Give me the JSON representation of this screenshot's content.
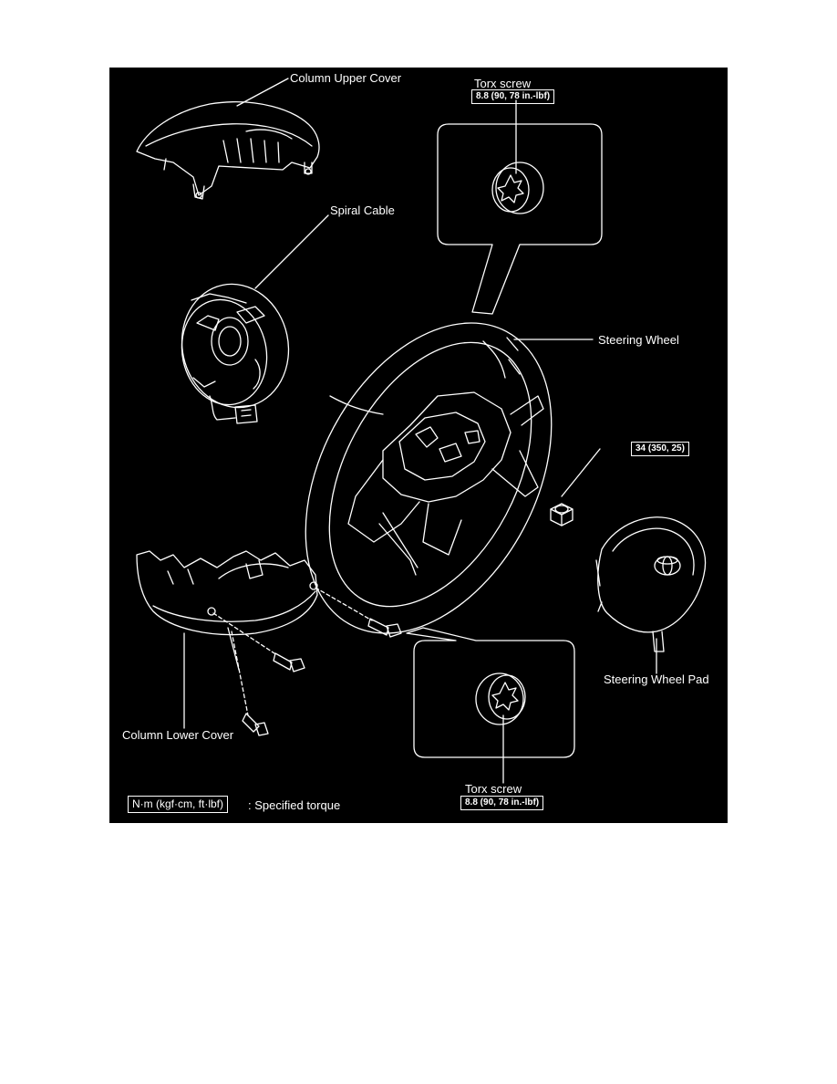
{
  "diagram": {
    "colors": {
      "background": "#000000",
      "lines": "#ffffff",
      "page": "#ffffff"
    },
    "labels": {
      "column_upper_cover": "Column Upper Cover",
      "spiral_cable": "Spiral Cable",
      "steering_wheel": "Steering Wheel",
      "steering_wheel_pad": "Steering Wheel Pad",
      "column_lower_cover": "Column Lower Cover",
      "torx_screw_top": "Torx screw",
      "torx_screw_bottom": "Torx screw"
    },
    "torques": {
      "torx_top": "8.8 (90, 78 in.-lbf)",
      "torx_bottom": "8.8 (90, 78 in.-lbf)",
      "nut": "34 (350, 25)"
    },
    "legend": {
      "units": "N·m (kgf·cm, ft·lbf)",
      "text": ": Specified torque"
    },
    "icons": [
      "torx-screw-icon",
      "nut-icon",
      "bolt-icon",
      "toyota-emblem-icon"
    ]
  }
}
